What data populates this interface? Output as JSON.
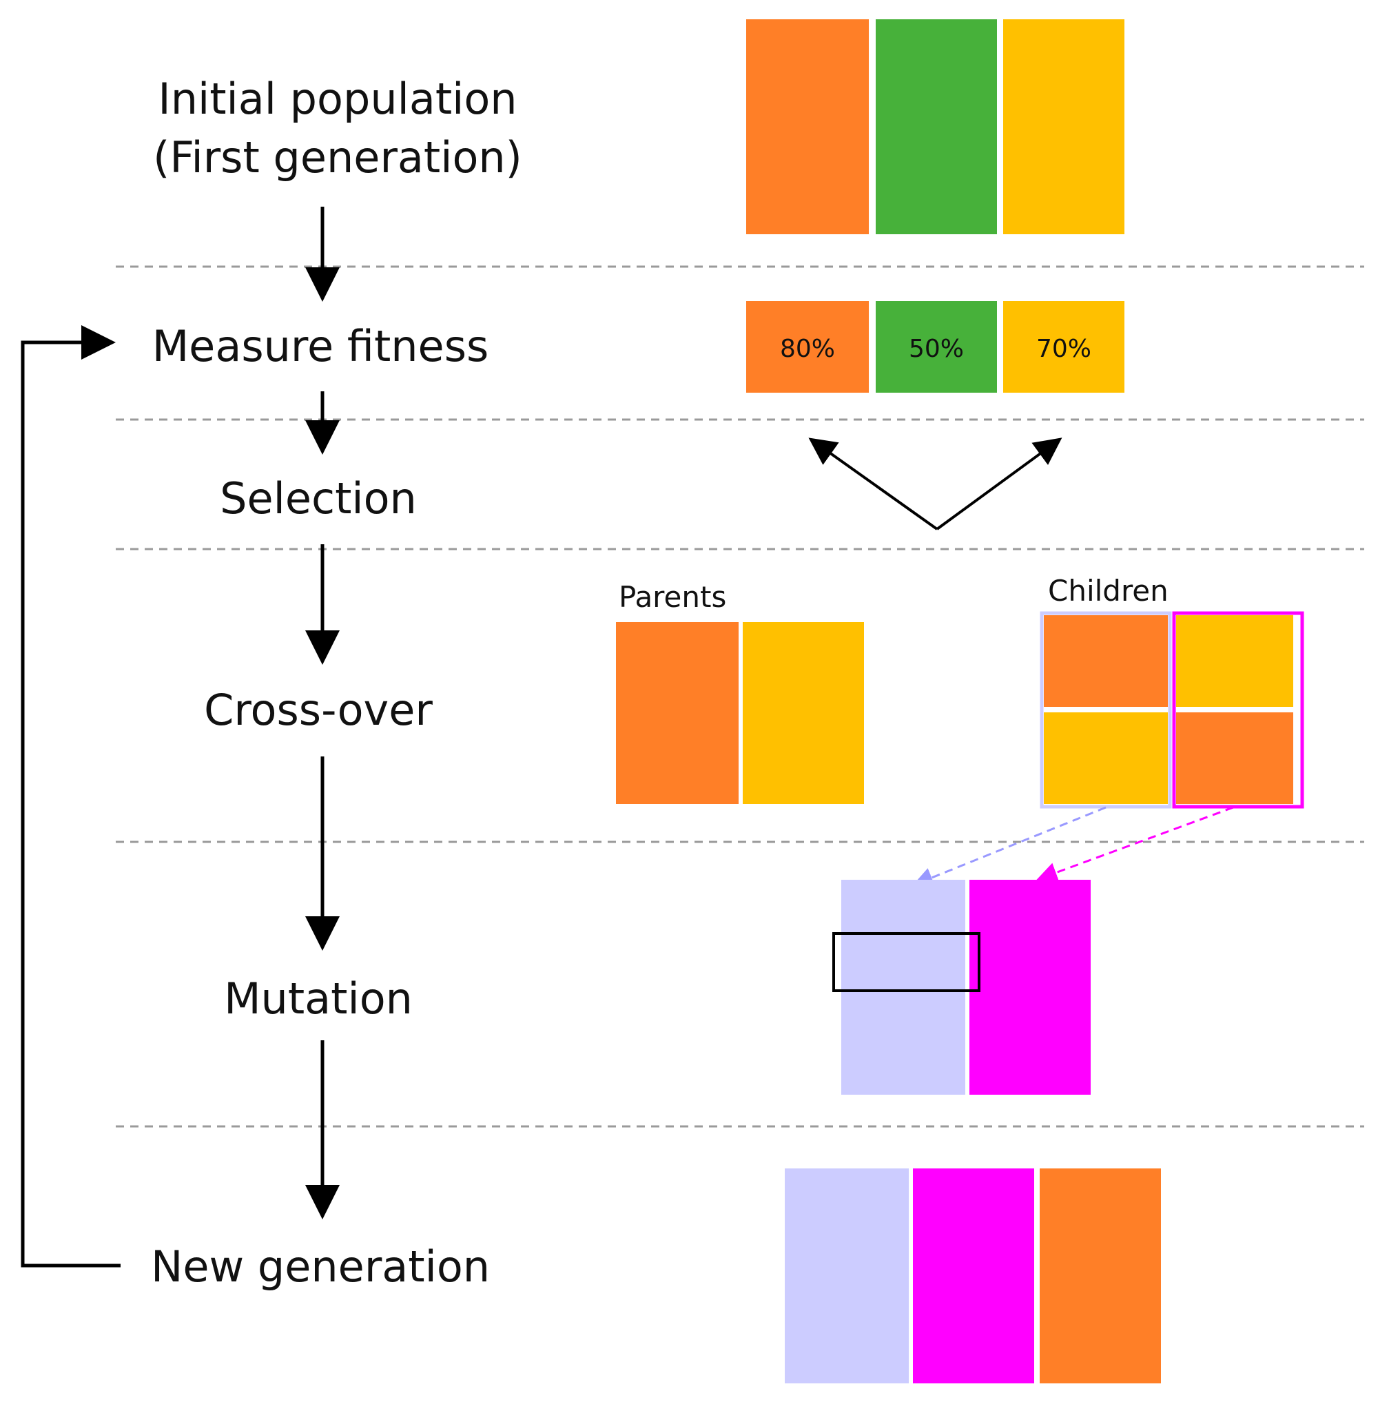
{
  "steps": {
    "initial_line1": "Initial population",
    "initial_line2": "(First generation)",
    "measure_fitness": "Measure fitness",
    "selection": "Selection",
    "crossover": "Cross-over",
    "mutation": "Mutation",
    "new_generation": "New generation"
  },
  "labels": {
    "parents": "Parents",
    "children": "Children"
  },
  "fitness": {
    "orange": "80%",
    "green": "50%",
    "yellow": "70%"
  },
  "colors": {
    "orange": "#FF7F27",
    "green": "#47B13A",
    "yellow": "#FFC000",
    "lavender": "#CCCCFF",
    "magenta": "#FF00FF",
    "lavender_arrow": "#9999FF",
    "separator": "#9A9A9A"
  }
}
